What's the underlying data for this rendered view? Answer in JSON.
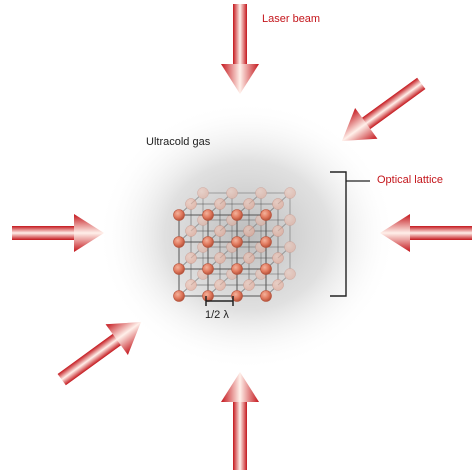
{
  "labels": {
    "laser_beam": "Laser beam",
    "ultracold_gas": "Ultracold gas",
    "optical_lattice": "Optical lattice",
    "lattice_spacing": "1/2 λ"
  },
  "colors": {
    "arrow_dark": "#c4161c",
    "arrow_light": "#fff0ea",
    "atom": "#e0785c",
    "atom_edge": "#b5533c",
    "lattice_line": "#555555",
    "gas_glow": "#bdbdbd",
    "text_accent": "#c4161c",
    "text_body": "#222222"
  },
  "lattice": {
    "sites_per_edge": 4,
    "layers": 3
  },
  "laser_arrow_count": 6
}
